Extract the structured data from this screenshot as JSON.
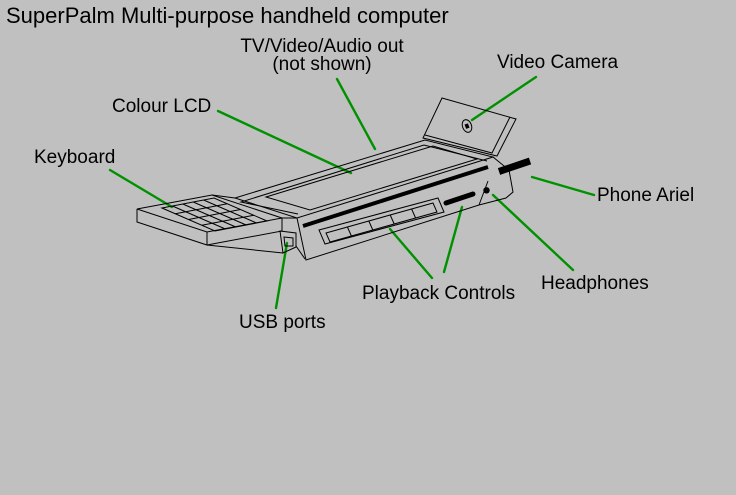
{
  "title": "SuperPalm Multi-purpose handheld computer",
  "labels": {
    "tv_out_line1": "TV/Video/Audio out",
    "tv_out_line2": "(not shown)",
    "video_camera": "Video Camera",
    "colour_lcd": "Colour LCD",
    "keyboard": "Keyboard",
    "phone_ariel": "Phone Ariel",
    "headphones": "Headphones",
    "playback_controls": "Playback Controls",
    "usb_ports": "USB ports"
  },
  "colors": {
    "background": "#c0c0c0",
    "leader_line": "#009100",
    "text": "#000000",
    "outline": "#000000"
  }
}
